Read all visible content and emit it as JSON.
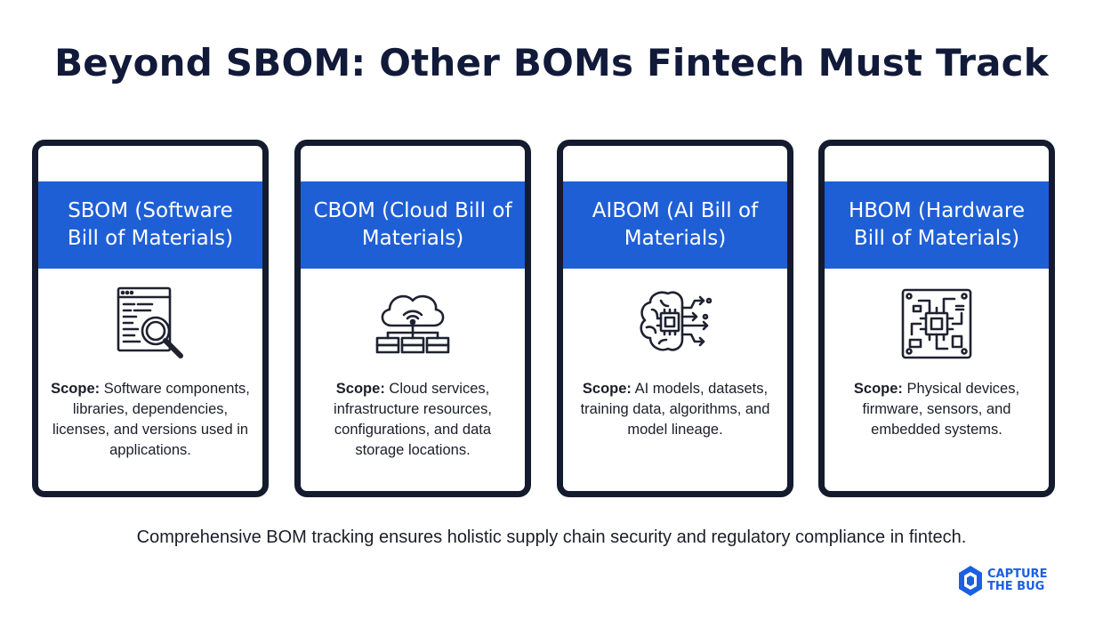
{
  "title": "Beyond SBOM: Other BOMs Fintech Must Track",
  "scope_label": "Scope:",
  "cards": [
    {
      "header": "SBOM (Software Bill of Materials)",
      "icon": "code-document-magnifier-icon",
      "scope": "Software components, libraries, dependencies, licenses, and versions used in applications."
    },
    {
      "header": "CBOM (Cloud Bill of Materials)",
      "icon": "cloud-servers-icon",
      "scope": "Cloud services, infrastructure resources, configurations, and data storage locations."
    },
    {
      "header": "AIBOM (AI Bill of Materials)",
      "icon": "brain-chip-icon",
      "scope": "AI models, datasets, training data, algorithms, and model lineage."
    },
    {
      "header": "HBOM (Hardware Bill of Materials)",
      "icon": "circuit-board-icon",
      "scope": "Physical devices, firmware, sensors, and embedded systems."
    }
  ],
  "footer": "Comprehensive BOM tracking ensures holistic supply chain security and regulatory compliance in fintech.",
  "logo": {
    "line1": "CAPTURE",
    "line2": "THE BUG"
  },
  "colors": {
    "header_blue": "#1f5fd6",
    "card_border": "#141b2e",
    "title": "#121a3a",
    "logo_blue": "#1c5fe0"
  }
}
